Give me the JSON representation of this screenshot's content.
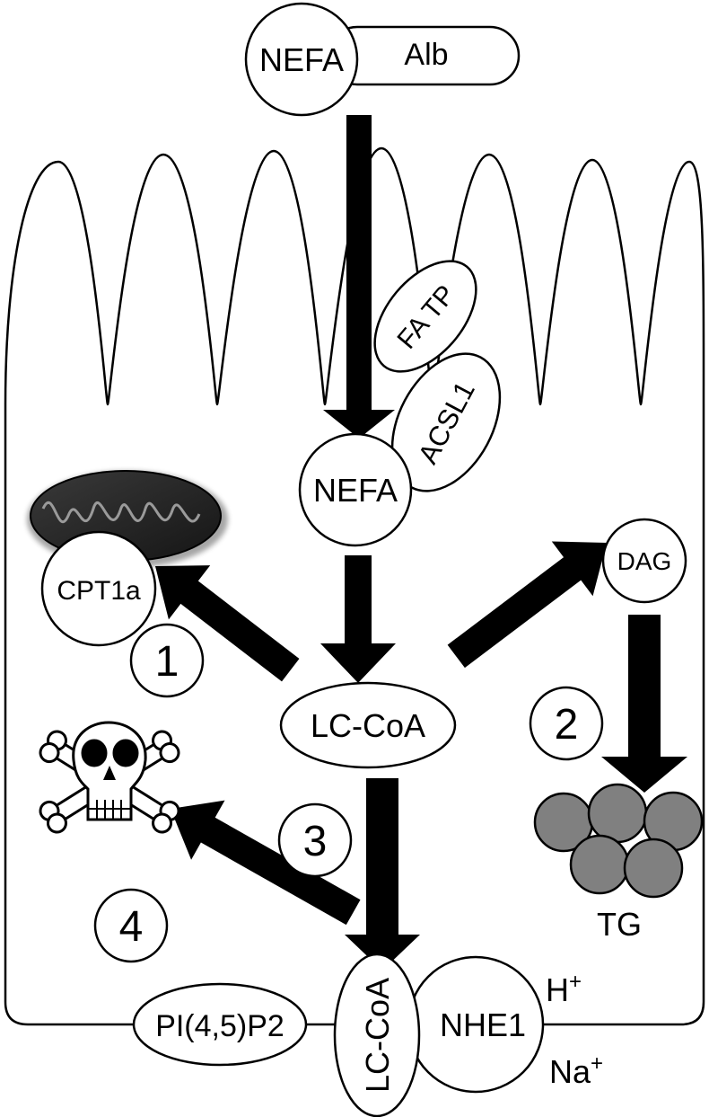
{
  "labels": {
    "nefa_top": "NEFA",
    "alb": "Alb",
    "fatp": "FA TP",
    "acsl1": "ACSL1",
    "nefa_mid": "NEFA",
    "cpt1a": "CPT1a",
    "dag": "DAG",
    "lc_coa": "LC-CoA",
    "tg": "TG",
    "lc_coa_membrane": "LC-CoA",
    "nhe1": "NHE1",
    "pip2": "PI(4,5)P2",
    "h_ion": "H",
    "h_charge": "+",
    "na_ion": "Na",
    "na_charge": "+"
  },
  "steps": [
    "1",
    "2",
    "3",
    "4"
  ],
  "icons": {
    "mitochondrion": "mitochondrion-icon",
    "skull": "skull-crossbones-icon",
    "lipid_droplet": "triglyceride-droplet-icon"
  },
  "colors": {
    "arrow": "#000000",
    "mitochondrion": "#2a2a2a",
    "tg_droplet": "#808080"
  }
}
